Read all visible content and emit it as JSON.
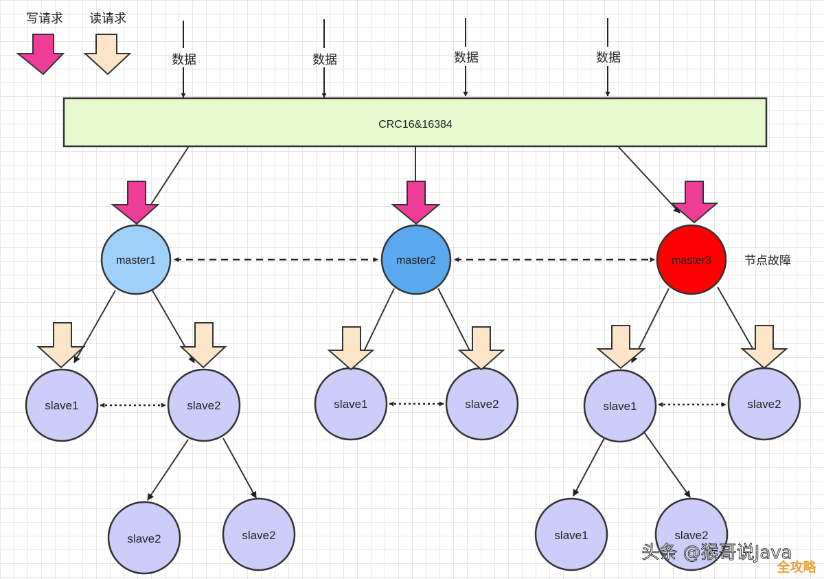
{
  "legend": {
    "write_label": "写请求",
    "read_label": "读请求"
  },
  "data_labels": [
    "数据",
    "数据",
    "数据",
    "数据"
  ],
  "hash_bar": {
    "label": "CRC16&16384"
  },
  "masters": [
    {
      "label": "master1",
      "status": "normal"
    },
    {
      "label": "master2",
      "status": "normal"
    },
    {
      "label": "master3",
      "status": "failed"
    }
  ],
  "failure_note": "节点故障",
  "slaves": [
    {
      "label": "slave1"
    },
    {
      "label": "slave2"
    },
    {
      "label": "slave1"
    },
    {
      "label": "slave2"
    },
    {
      "label": "slave1"
    },
    {
      "label": "slave2"
    }
  ],
  "sub_slaves": [
    {
      "label": "slave2"
    },
    {
      "label": "slave2"
    },
    {
      "label": "slave1"
    },
    {
      "label": "slave2"
    }
  ],
  "watermark": {
    "text": "头条 @猴哥说Java",
    "corner": "全攻略"
  },
  "colors": {
    "write_arrow": "#ee3d96",
    "read_arrow": "#fde5c8",
    "hash_bar": "#e6f9cf",
    "master_light": "#9fd0fa",
    "master_mid": "#5aa9ee",
    "master_failed": "#ff0000",
    "slave": "#cdcdfa",
    "corner_badge": "#e9a23b"
  }
}
